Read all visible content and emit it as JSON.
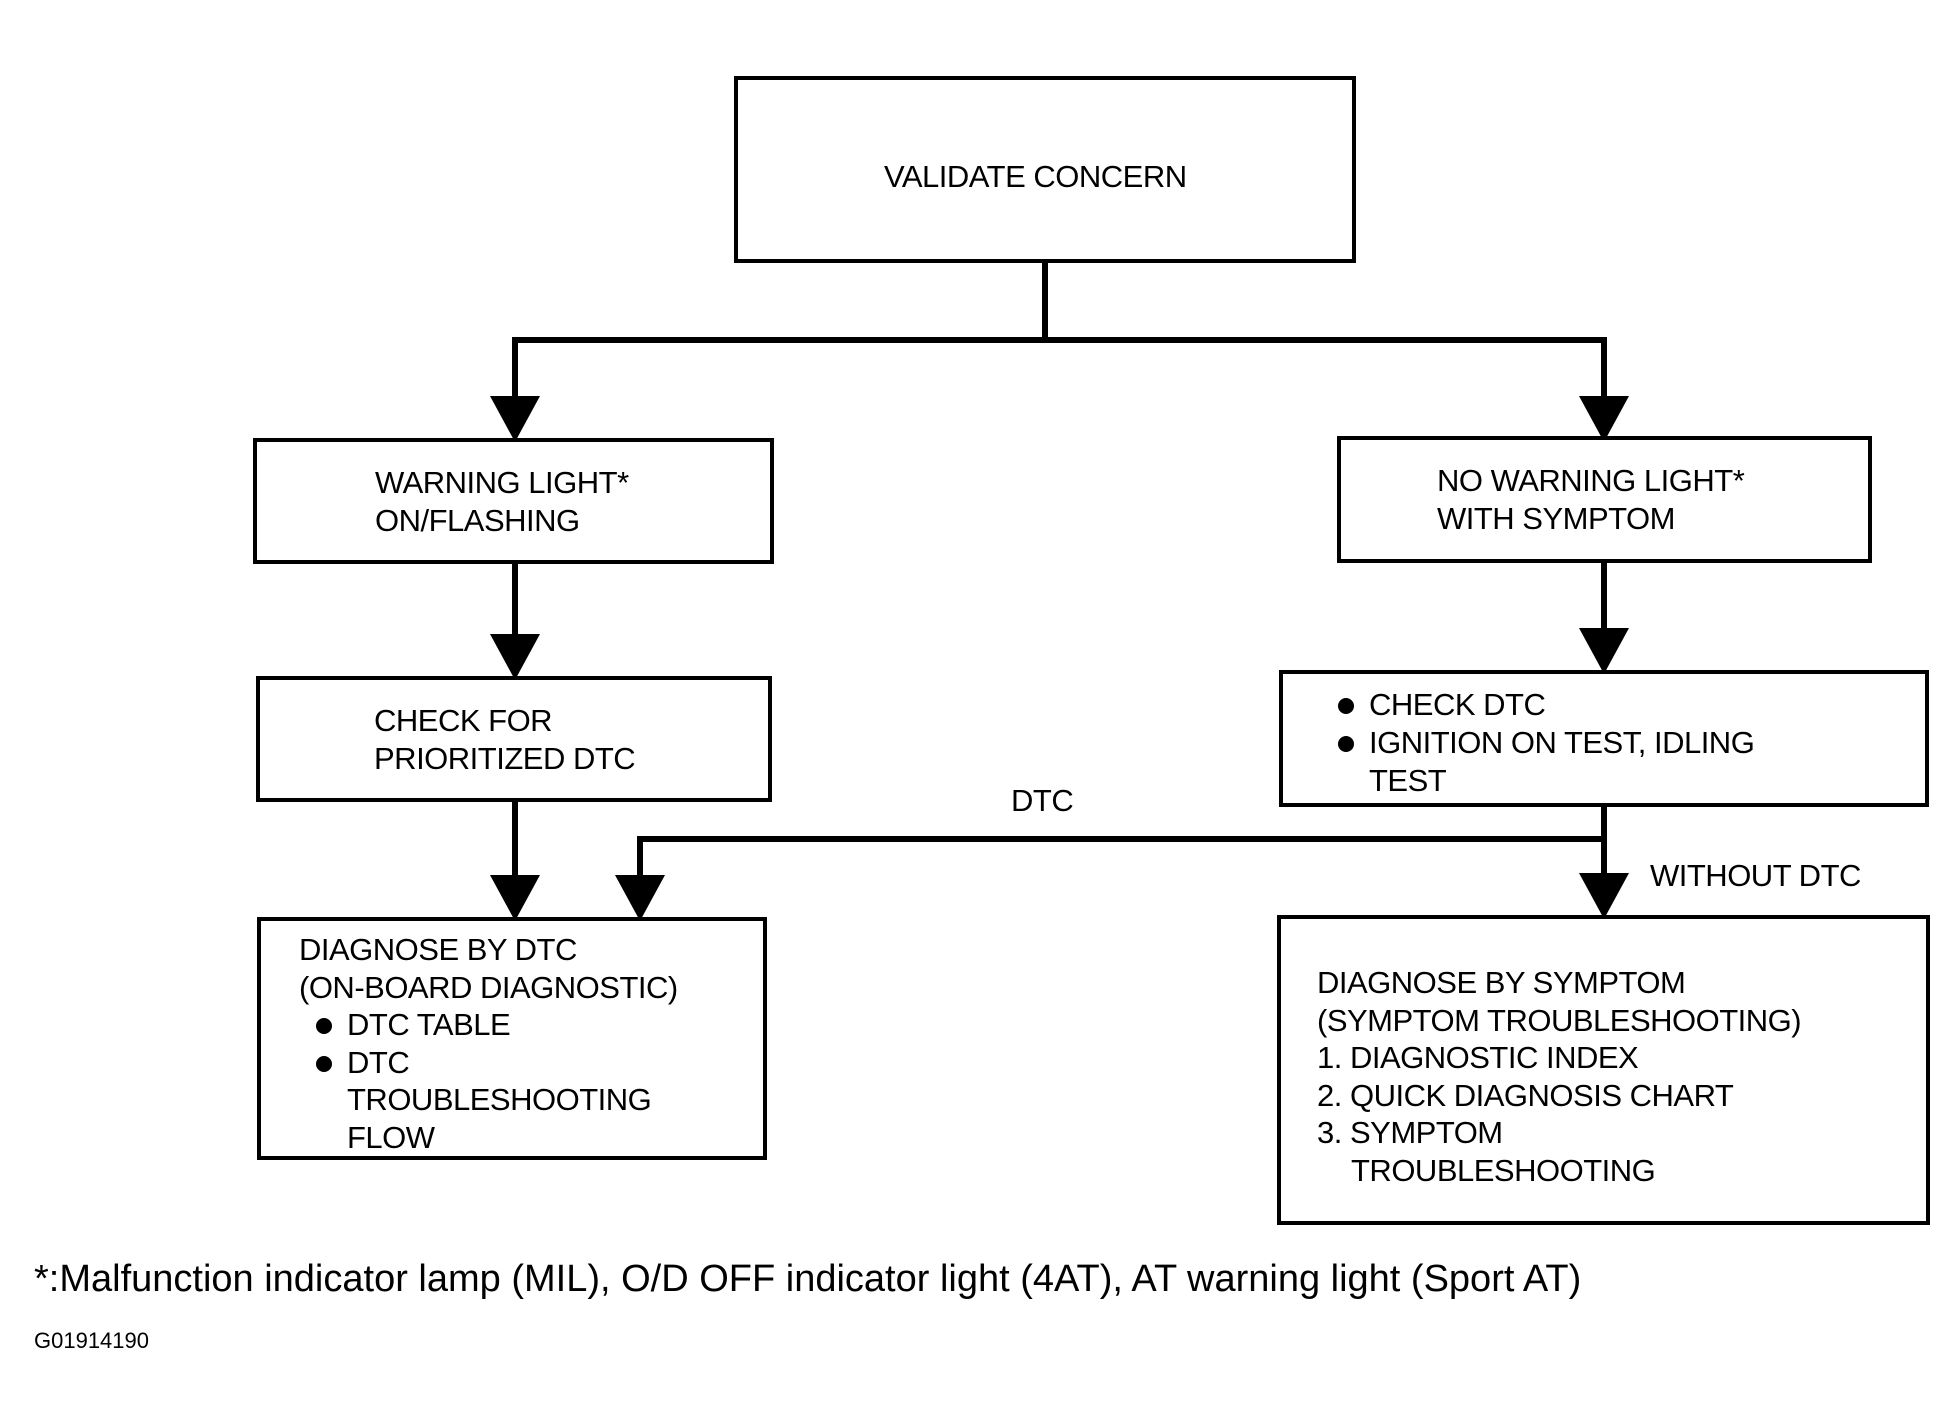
{
  "nodes": {
    "validate": {
      "lines": [
        "VALIDATE CONCERN"
      ]
    },
    "warning_light": {
      "lines": [
        "WARNING LIGHT*",
        "ON/FLASHING"
      ]
    },
    "no_warning_light": {
      "lines": [
        "NO WARNING LIGHT*",
        "WITH SYMPTOM"
      ]
    },
    "check_prioritized": {
      "lines": [
        "CHECK FOR",
        "PRIORITIZED DTC"
      ]
    },
    "check_dtc": {
      "bullets": [
        "CHECK DTC",
        "IGNITION ON TEST, IDLING",
        "TEST"
      ]
    },
    "diagnose_dtc": {
      "lines": [
        "DIAGNOSE BY DTC",
        "(ON-BOARD DIAGNOSTIC)"
      ],
      "bullets": [
        "DTC TABLE",
        "DTC",
        "TROUBLESHOOTING",
        "FLOW"
      ]
    },
    "diagnose_symptom": {
      "lines": [
        "DIAGNOSE BY SYMPTOM",
        "(SYMPTOM TROUBLESHOOTING)",
        "1. DIAGNOSTIC INDEX",
        "2. QUICK DIAGNOSIS CHART",
        "3. SYMPTOM",
        "TROUBLESHOOTING"
      ]
    }
  },
  "edge_labels": {
    "dtc": "DTC",
    "without_dtc": "WITHOUT DTC"
  },
  "footnote": "*:Malfunction indicator lamp (MIL), O/D OFF indicator light (4AT), AT warning light (Sport AT)",
  "figure_id": "G01914190"
}
